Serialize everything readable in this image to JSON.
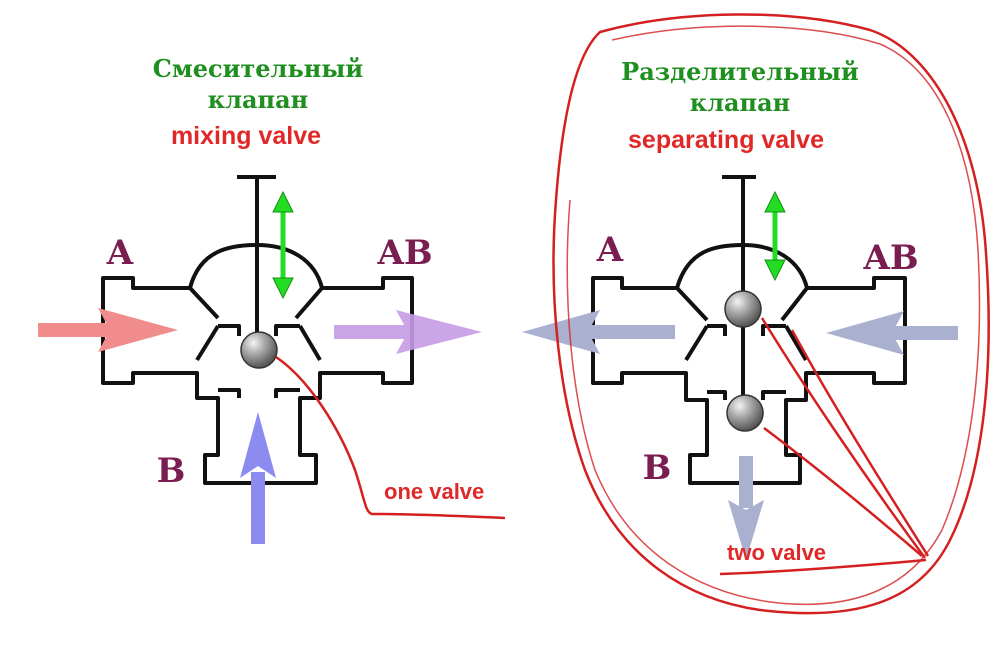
{
  "mixing": {
    "title_ru_line1": "Смесительный",
    "title_ru_line2": "клапан",
    "title_en": "mixing valve",
    "port_a": "A",
    "port_ab": "AB",
    "port_b": "B",
    "annotation": "one valve"
  },
  "separating": {
    "title_ru_line1": "Разделительный",
    "title_ru_line2": "клапан",
    "title_en": "separating valve",
    "port_a": "A",
    "port_ab": "AB",
    "port_b": "B",
    "annotation": "two valve"
  },
  "colors": {
    "ru_title": "#1f8f1f",
    "en_title": "#e02828",
    "port_label": "#7a1e52",
    "annotation": "#e02828",
    "red_markup": "#d42020",
    "green_arrow": "#22dd22",
    "inlet_a_arrow": "#f08c8c",
    "outlet_ab_arrow": "#c79be6",
    "inlet_b_arrow": "#8c8cf0",
    "sep_arrows": "#aab0d0",
    "ball": "#8c8c8c"
  }
}
